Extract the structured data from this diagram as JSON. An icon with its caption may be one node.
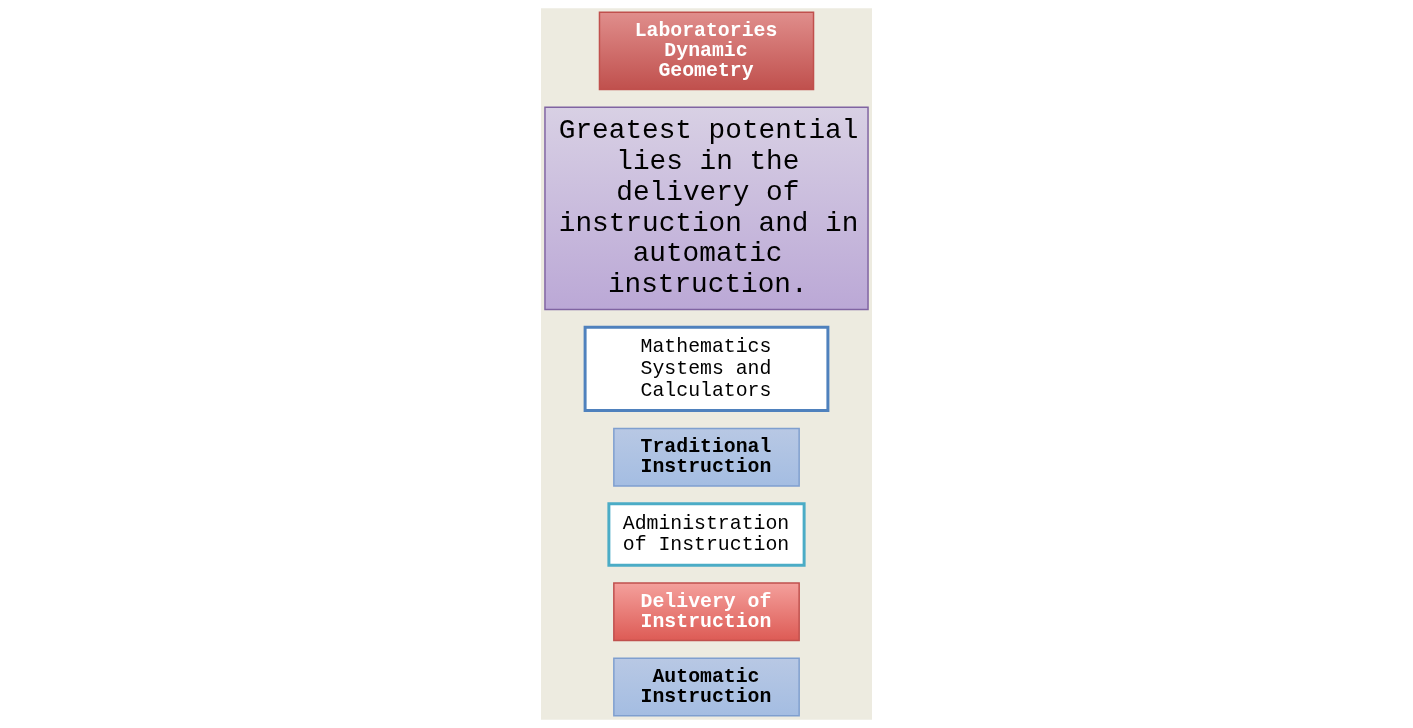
{
  "diagram": {
    "nodes": [
      {
        "text": [
          "Automatic Instruction"
        ]
      },
      {
        "text": [
          "Delivery of Instruction"
        ]
      },
      {
        "text": [
          "Administration of Instruction"
        ]
      },
      {
        "text": [
          "Traditional Instruction"
        ]
      },
      {
        "text": [
          "Mathematics Systems and Calculators"
        ]
      },
      {
        "text": [
          "Greatest potential lies in the delivery of instruction and in automatic instruction."
        ]
      },
      {
        "text": [
          "Laboratories Dynamic Geometry"
        ]
      }
    ]
  }
}
